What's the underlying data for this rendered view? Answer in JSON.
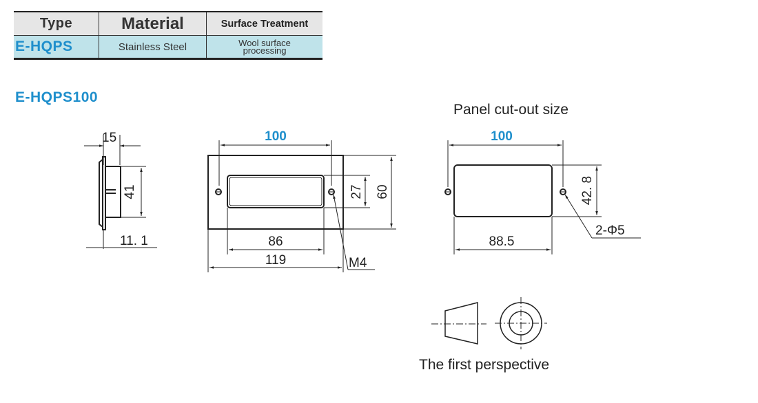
{
  "spec_table": {
    "headers": {
      "type": "Type",
      "material": "Material",
      "surface": "Surface Treatment"
    },
    "row": {
      "type": "E-HQPS",
      "material": "Stainless Steel",
      "surface_line1": "Wool surface",
      "surface_line2": "processing"
    },
    "colors": {
      "type_text": "#1f8fcc",
      "row_background": "#bfe3ea",
      "header_background": "#e6e6e6"
    }
  },
  "model_title": "E-HQPS100",
  "side_view": {
    "width_top": "15",
    "height": "41",
    "depth_bottom": "11. 1"
  },
  "front_view": {
    "width_top": "100",
    "inner_height": "27",
    "outer_height": "60",
    "inner_width": "86",
    "outer_width": "119",
    "thread": "M4"
  },
  "cutout_view": {
    "title": "Panel cut-out size",
    "width_top": "100",
    "height": "42. 8",
    "holes": "2-Φ5",
    "width_bottom": "88.5"
  },
  "projection": {
    "label": "The first perspective"
  }
}
